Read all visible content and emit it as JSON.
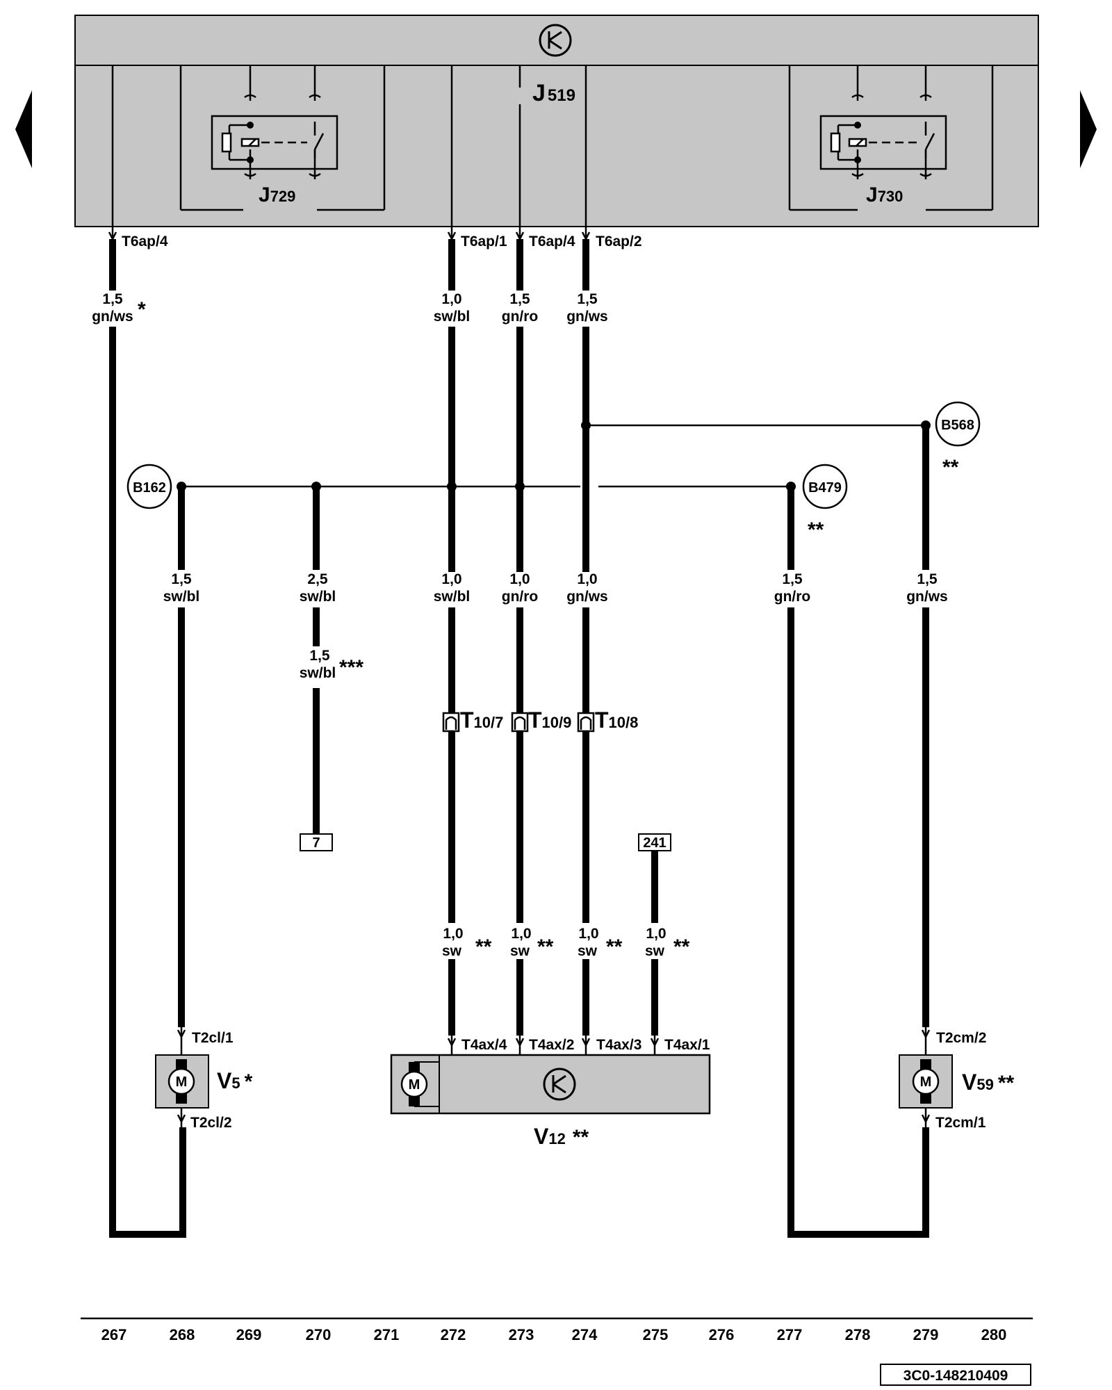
{
  "nav": {
    "prev_icon": "triangle-left-icon",
    "next_icon": "triangle-right-icon"
  },
  "colors": {
    "module_fill": "#c6c6c6",
    "wire": "#000000",
    "background": "#ffffff"
  },
  "module": {
    "id_main": "J",
    "id_sub": "519",
    "relay_left": {
      "main": "J",
      "sub": "729"
    },
    "relay_right": {
      "main": "J",
      "sub": "730"
    },
    "connectors": [
      "T6ap/4",
      "T6ap/1",
      "T6ap/4",
      "T6ap/2"
    ]
  },
  "wires": {
    "w1": {
      "size": "1,5",
      "color": "gn/ws",
      "note": "*"
    },
    "w2": {
      "size": "1,0",
      "color": "sw/bl"
    },
    "w3": {
      "size": "1,5",
      "color": "gn/ro"
    },
    "w4": {
      "size": "1,5",
      "color": "gn/ws"
    },
    "w5": {
      "size": "1,5",
      "color": "sw/bl"
    },
    "w6": {
      "size": "2,5",
      "color": "sw/bl"
    },
    "w7": {
      "size": "1,5",
      "color": "sw/bl",
      "note": "***"
    },
    "w8": {
      "size": "1,0",
      "color": "sw/bl"
    },
    "w9": {
      "size": "1,0",
      "color": "gn/ro"
    },
    "w10": {
      "size": "1,0",
      "color": "gn/ws"
    },
    "w11": {
      "size": "1,5",
      "color": "gn/ro"
    },
    "w12": {
      "size": "1,5",
      "color": "gn/ws"
    },
    "w13": {
      "size": "1,0",
      "color": "sw",
      "note": "**"
    },
    "w14": {
      "size": "1,0",
      "color": "sw",
      "note": "**"
    },
    "w15": {
      "size": "1,0",
      "color": "sw",
      "note": "**"
    },
    "w16": {
      "size": "1,0",
      "color": "sw",
      "note": "**"
    }
  },
  "splices": {
    "b162": "B162",
    "b479": {
      "label": "B479",
      "note": "**"
    },
    "b568": {
      "label": "B568",
      "note": "**"
    }
  },
  "plug_t10": [
    {
      "main": "T",
      "sub": "10/7"
    },
    {
      "main": "T",
      "sub": "10/9"
    },
    {
      "main": "T",
      "sub": "10/8"
    }
  ],
  "refs": {
    "r7": "7",
    "r241": "241"
  },
  "components": {
    "v5": {
      "main": "V",
      "sub": "5",
      "note": "*",
      "pin_top": "T2cl/1",
      "pin_bottom": "T2cl/2",
      "motor": "M"
    },
    "v12": {
      "main": "V",
      "sub": "12",
      "note": "**",
      "pins": [
        "T4ax/4",
        "T4ax/2",
        "T4ax/3",
        "T4ax/1"
      ],
      "motor": "M"
    },
    "v59": {
      "main": "V",
      "sub": "59",
      "note": "**",
      "pin_top": "T2cm/2",
      "pin_bottom": "T2cm/1",
      "motor": "M"
    }
  },
  "scale": [
    "267",
    "268",
    "269",
    "270",
    "271",
    "272",
    "273",
    "274",
    "275",
    "276",
    "277",
    "278",
    "279",
    "280"
  ],
  "doc_id": "3C0-148210409"
}
